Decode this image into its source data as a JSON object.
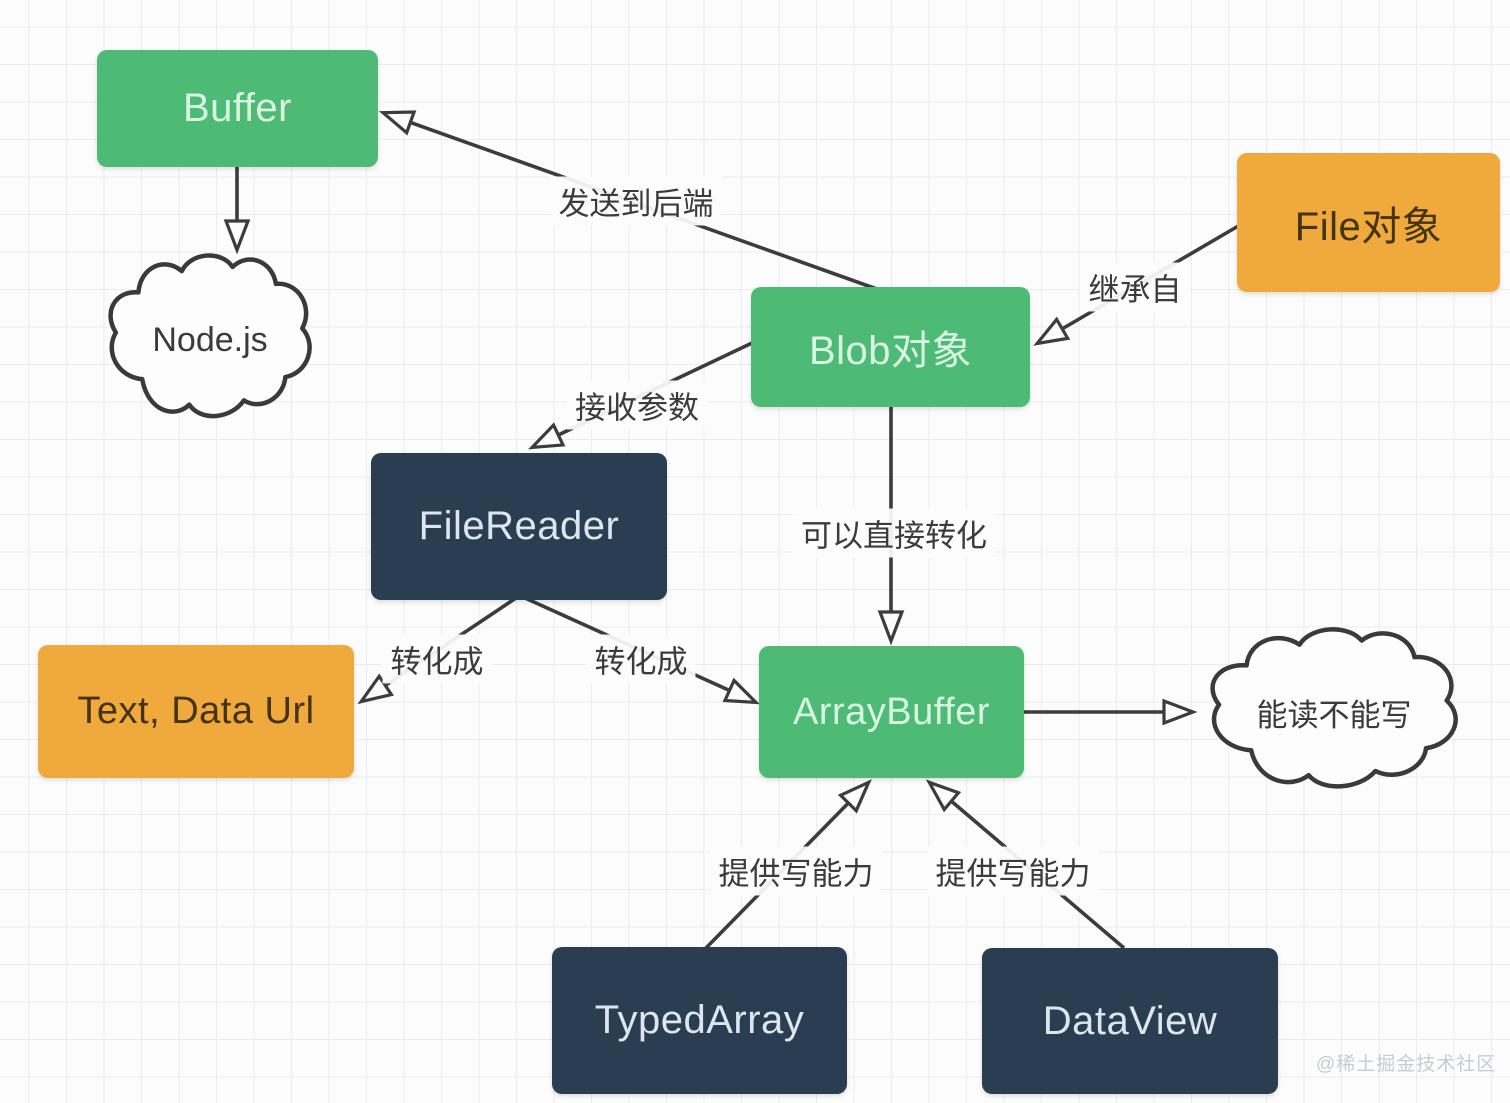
{
  "diagram": {
    "nodes": {
      "buffer": {
        "label": "Buffer"
      },
      "nodejs": {
        "label": "Node.js"
      },
      "file_object": {
        "label": "File对象"
      },
      "blob_object": {
        "label": "Blob对象"
      },
      "filereader": {
        "label": "FileReader"
      },
      "text_dataurl": {
        "label": "Text, Data Url"
      },
      "arraybuffer": {
        "label": "ArrayBuffer"
      },
      "readonly_note": {
        "label": "能读不能写"
      },
      "typedarray": {
        "label": "TypedArray"
      },
      "dataview": {
        "label": "DataView"
      }
    },
    "edge_labels": {
      "send_to_backend": "发送到后端",
      "inherits_from": "继承自",
      "receives_params": "接收参数",
      "direct_conversion": "可以直接转化",
      "converts_to_left": "转化成",
      "converts_to_right": "转化成",
      "provides_write_left": "提供写能力",
      "provides_write_right": "提供写能力"
    },
    "watermark": "@稀土掘金技术社区",
    "colors": {
      "node_green": "#4dbb76",
      "node_orange": "#f0a93c",
      "node_navy": "#2b3d50",
      "green_text": "#d9f4e3",
      "navy_text": "#dbe6f0",
      "orange_text": "#43340f",
      "line": "#3c3c3c",
      "background": "#fcfcfc",
      "grid": "#ececee",
      "watermark_gray": "#c6cbd4"
    }
  }
}
